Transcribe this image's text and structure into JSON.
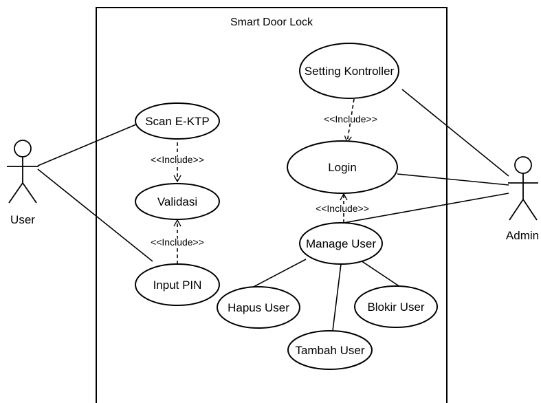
{
  "system": {
    "title": "Smart Door Lock"
  },
  "actors": {
    "user": {
      "label": "User"
    },
    "admin": {
      "label": "Admin"
    }
  },
  "use_cases": {
    "scan_ektp": "Scan E-KTP",
    "validasi": "Validasi",
    "input_pin": "Input PIN",
    "setting_kontroller": "Setting Kontroller",
    "login": "Login",
    "manage_user": "Manage User",
    "hapus_user": "Hapus User",
    "blokir_user": "Blokir User",
    "tambah_user": "Tambah User"
  },
  "relations": {
    "include_label": "<<Include>>"
  },
  "colors": {
    "stroke": "#000000",
    "background": "#ffffff"
  }
}
